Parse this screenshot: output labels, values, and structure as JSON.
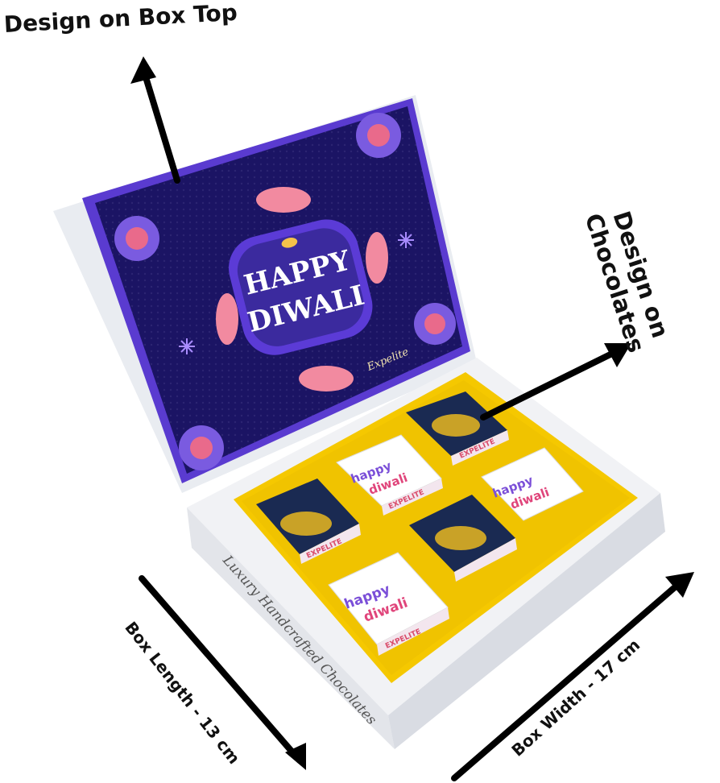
{
  "annotations": {
    "box_top": "Design on Box Top",
    "chocolates": "Design on\nChocolates",
    "box_length": "Box Length - 13 cm",
    "box_width": "Box Width - 17 cm"
  },
  "lid": {
    "line1": "HAPPY",
    "line2": "DIWALI",
    "brand": "Expelite"
  },
  "box_side_text": "Luxury  Handcrafted Chocolates",
  "chocolate_labels": {
    "happy": "happy",
    "diwali": "diwali",
    "brand": "EXPELITE"
  },
  "colors": {
    "lid_navy": "#1b1464",
    "lid_purple": "#5b3bd6",
    "tray_yellow": "#f5c800",
    "diya_gold": "#c9a227",
    "choc_navy": "#1a2a52",
    "happy_purple": "#7b4fd8",
    "diwali_pink": "#e0457b"
  }
}
